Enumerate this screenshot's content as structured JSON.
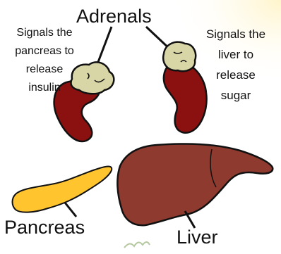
{
  "labels": {
    "adrenals": "Adrenals",
    "left_note": [
      "Signals the",
      "pancreas to",
      "release",
      "insulin"
    ],
    "right_note": [
      "Signals the",
      "liver to",
      "release",
      "sugar"
    ],
    "pancreas": "Pancreas",
    "liver": "Liver"
  },
  "colors": {
    "background": "#ffffff",
    "kidney": "#8b1010",
    "adrenal_gland": "#d8d5a6",
    "pancreas": "#ffc42e",
    "liver": "#8f3a2f",
    "outline": "#111111",
    "corner_glow": "#fff8d6"
  }
}
